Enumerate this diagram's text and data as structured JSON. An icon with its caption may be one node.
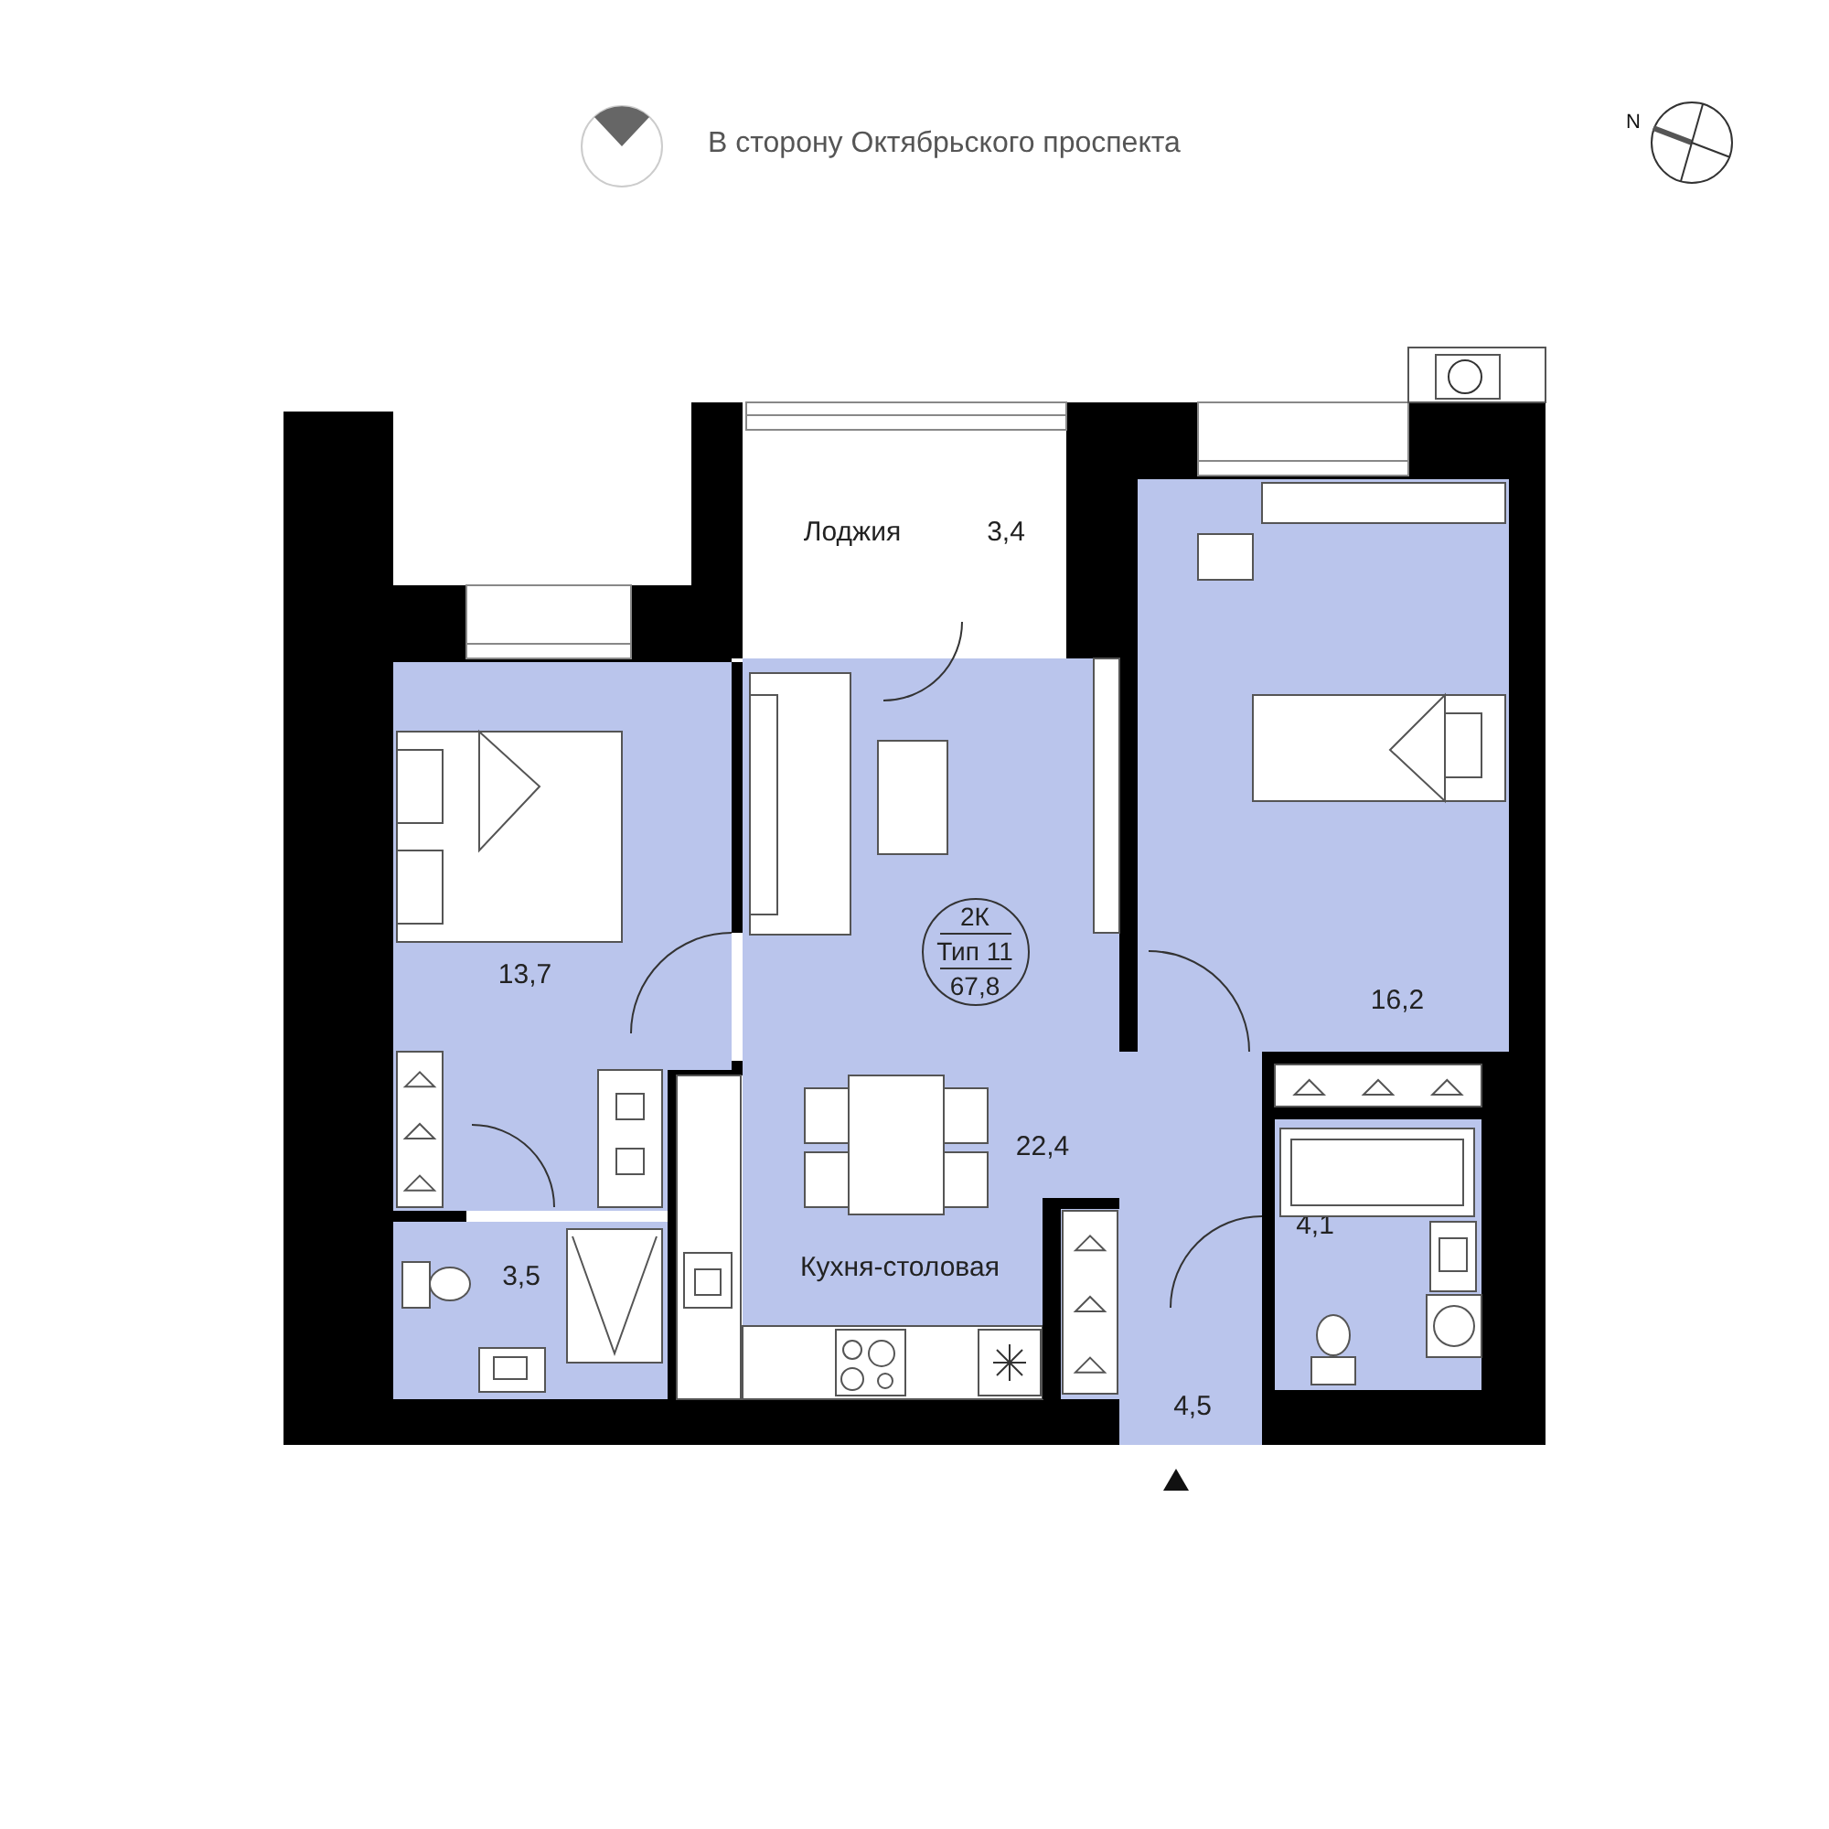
{
  "diagram": {
    "nodes": [
      {
        "text": [
          "Лоджия",
          "3,4"
        ]
      },
      {
        "text": [
          "13,7"
        ]
      },
      {
        "text": [
          "22,4",
          "Кухня-столовая"
        ]
      },
      {
        "text": [
          "2К",
          "Тип 11",
          "67,8"
        ],
        "in": 2
      },
      {
        "text": [
          "16,2"
        ]
      },
      {
        "text": [
          "3,5"
        ]
      },
      {
        "text": [
          "4,5"
        ]
      },
      {
        "text": [
          "4,1"
        ]
      }
    ],
    "labels": [
      "В сторону Октябрьского проспекта",
      "N"
    ]
  }
}
